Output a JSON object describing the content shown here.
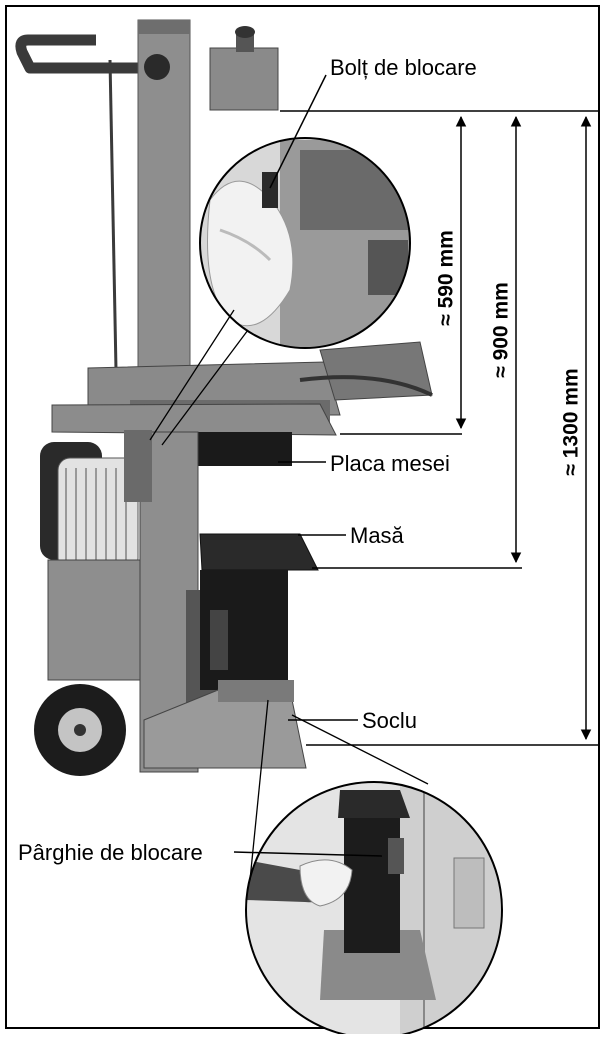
{
  "labels": {
    "locking_bolt": "Bolț de blocare",
    "table_plate": "Placa mesei",
    "table": "Masă",
    "base": "Soclu",
    "locking_lever": "Pârghie de blocare"
  },
  "dimensions": {
    "d590": "≈ 590 mm",
    "d900": "≈ 900 mm",
    "d1300": "≈ 1300 mm"
  }
}
